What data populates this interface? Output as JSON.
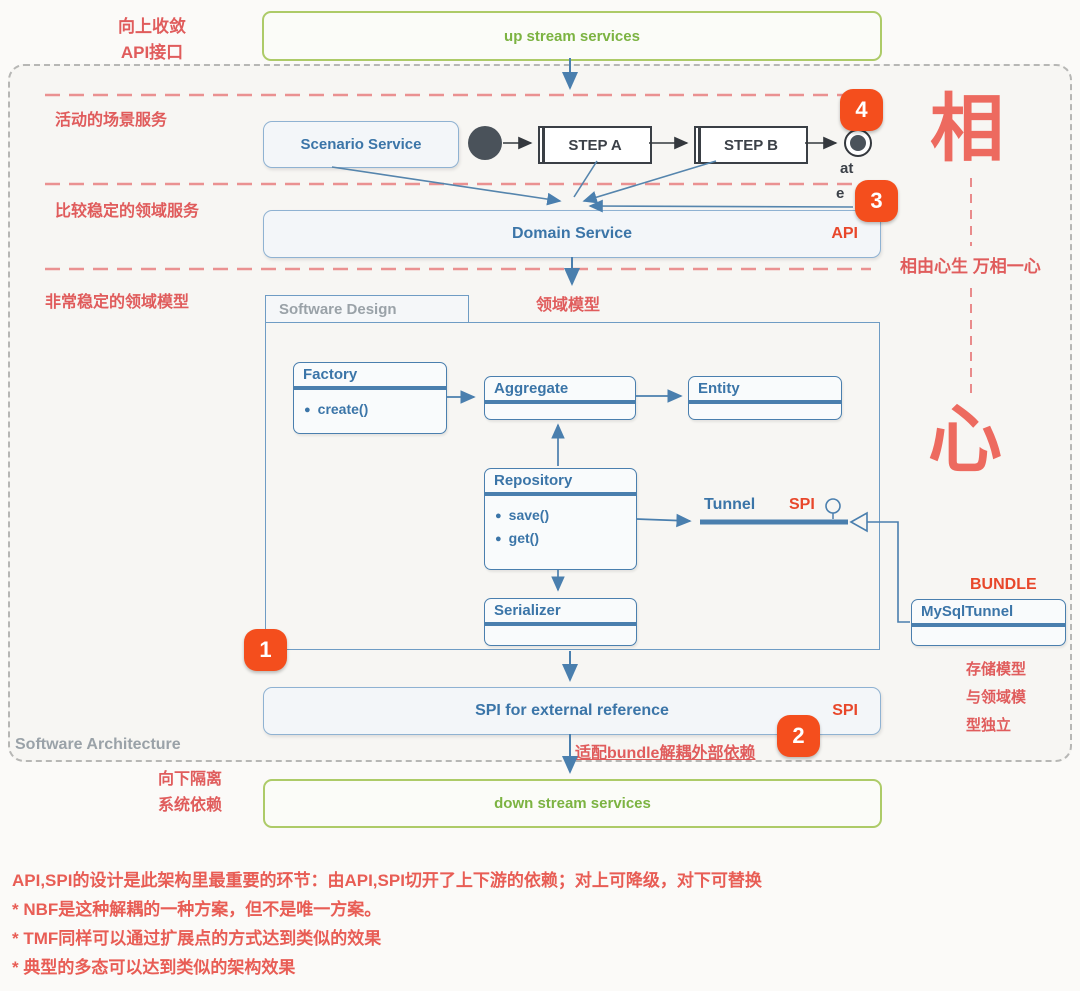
{
  "annotations": {
    "top_left_line1": "向上收敛",
    "top_left_line2": "API接口",
    "layer_scenario": "活动的场景服务",
    "layer_domain": "比较稳定的领域服务",
    "layer_model": "非常稳定的领域模型",
    "domain_model_label": "领域模型",
    "adapter_note": "适配bundle解耦外部依赖",
    "bottom_left_line1": "向下隔离",
    "bottom_left_line2": "系统依赖",
    "storage_note_line1": "存储模型",
    "storage_note_line2": "与领域模",
    "storage_note_line3": "型独立",
    "mind_note": "相由心生 万相一心",
    "big_char_top": "相",
    "big_char_bottom": "心",
    "software_architecture": "Software Architecture",
    "at_label": "at",
    "e_label": "e"
  },
  "services": {
    "upstream": "up stream services",
    "scenario": "Scenario Service",
    "domain": "Domain Service",
    "spi_external": "SPI for external reference",
    "downstream": "down stream services",
    "api_tag": "API",
    "spi_tag": "SPI"
  },
  "state_machine": {
    "step_a": "STEP A",
    "step_b": "STEP B"
  },
  "uml": {
    "frame_title": "Software Design",
    "factory": {
      "title": "Factory",
      "methods": [
        "create()"
      ]
    },
    "aggregate": {
      "title": "Aggregate"
    },
    "entity": {
      "title": "Entity"
    },
    "repository": {
      "title": "Repository",
      "methods": [
        "save()",
        "get()"
      ]
    },
    "serializer": {
      "title": "Serializer"
    },
    "tunnel_label": "Tunnel",
    "tunnel_spi_tag": "SPI",
    "bundle_tag": "BUNDLE",
    "mysql_tunnel": {
      "title": "MySqlTunnel"
    }
  },
  "badges": {
    "one": "1",
    "two": "2",
    "three": "3",
    "four": "4"
  },
  "footnotes": [
    "API,SPI的设计是此架构里最重要的环节：由API,SPI切开了上下游的依赖；对上可降级，对下可替换",
    "* NBF是这种解耦的一种方案，但不是唯一方案。",
    "* TMF同样可以通过扩展点的方式达到类似的效果",
    "* 典型的多态可以达到类似的架构效果"
  ],
  "colors": {
    "red_annotation": "#e05c5c",
    "badge_orange": "#f44e1d",
    "uml_blue": "#3b75a8",
    "line_blue": "#5585ad",
    "green": "#7cb342",
    "tag_orange_red": "#e8472b",
    "gray_label": "#9aa2a8",
    "red_dash": "#ea9191"
  }
}
